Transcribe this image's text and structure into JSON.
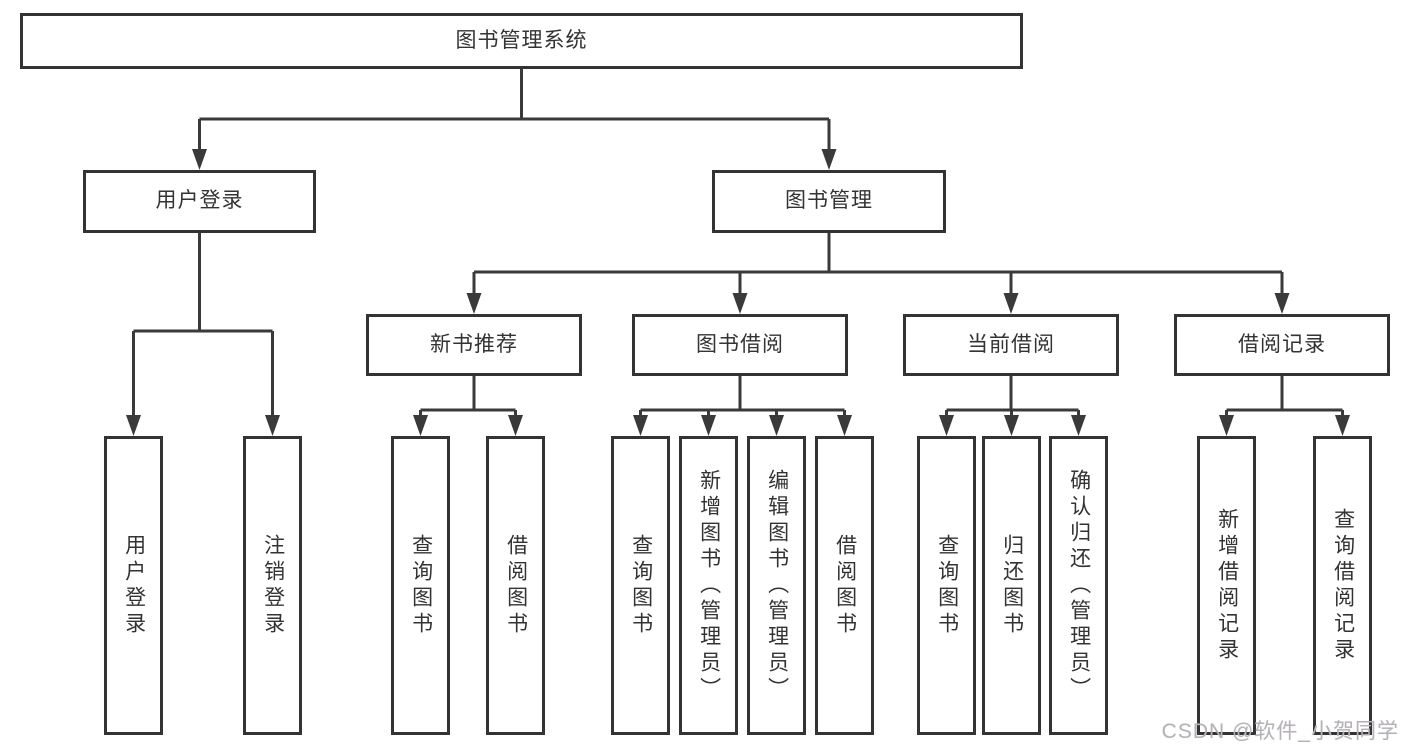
{
  "diagram": {
    "root": {
      "label": "图书管理系统"
    },
    "level2": [
      {
        "label": "用户登录"
      },
      {
        "label": "图书管理"
      }
    ],
    "level3": [
      {
        "label": "新书推荐"
      },
      {
        "label": "图书借阅"
      },
      {
        "label": "当前借阅"
      },
      {
        "label": "借阅记录"
      }
    ],
    "leaves": {
      "user_login": [
        "用户登录",
        "注销登录"
      ],
      "new_book": [
        "查询图书",
        "借阅图书"
      ],
      "book_borrow": [
        "查询图书",
        "新增图书（管理员）",
        "编辑图书（管理员）",
        "借阅图书"
      ],
      "current_borrow": [
        "查询图书",
        "归还图书",
        "确认归还（管理员）"
      ],
      "borrow_record": [
        "新增借阅记录",
        "查询借阅记录"
      ]
    }
  },
  "watermark": {
    "text": "CSDN @软件_小贺同学"
  },
  "colors": {
    "line": "#3a3a3a",
    "box_border": "#333333",
    "text": "#333333",
    "background": "#ffffff",
    "watermark": "#b3b3b8"
  }
}
